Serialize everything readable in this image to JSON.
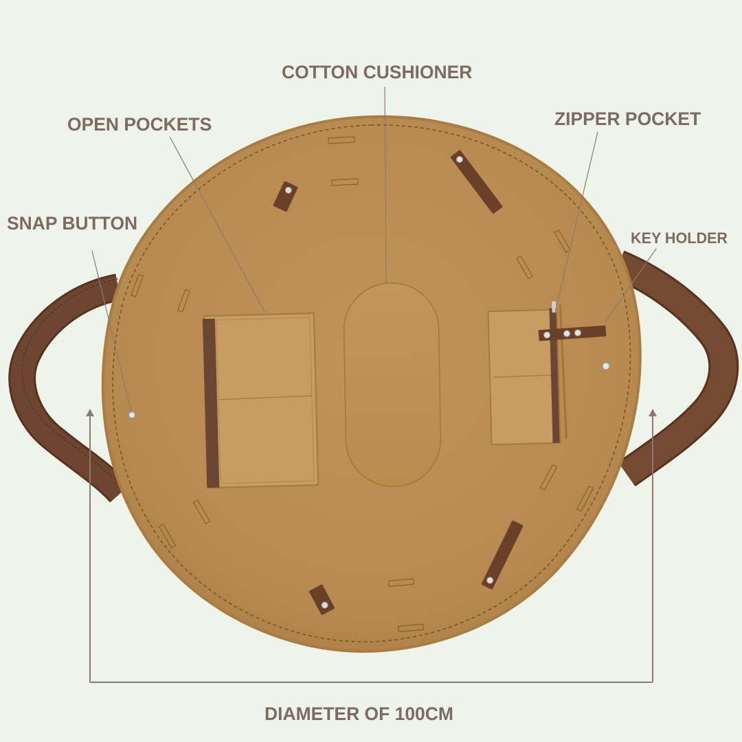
{
  "colors": {
    "background": "#eef4ea",
    "label_text": "#7d6b62",
    "leader_line": "#8a7a72",
    "mat_fill": "#b88d56",
    "mat_edge": "#a87c42",
    "stitch": "#7a5420",
    "strap": "#6a4028",
    "strap_dark": "#56321f",
    "pocket_fill": "#c49a62",
    "pocket_trim": "#6b4733",
    "cushion_fill": "#bd9052",
    "snap": "#dcdcdc"
  },
  "labels": {
    "cotton_cushioner": "COTTON CUSHIONER",
    "open_pockets": "OPEN POCKETS",
    "zipper_pocket": "ZIPPER POCKET",
    "snap_button": "SNAP BUTTON",
    "key_holder": "KEY HOLDER",
    "diameter": "DIAMETER OF 100CM"
  }
}
